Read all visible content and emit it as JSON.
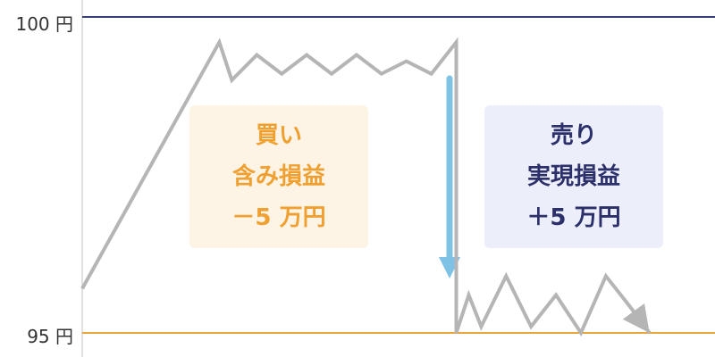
{
  "chart_data": {
    "type": "line",
    "title": "",
    "xlabel": "",
    "ylabel": "",
    "ylim": [
      95,
      100
    ],
    "grid": false,
    "y_ticks": [
      {
        "value": 100,
        "label": "100 円"
      },
      {
        "value": 95,
        "label": "95 円"
      }
    ],
    "reference_lines": [
      {
        "value": 100,
        "color": "#3a3f7a"
      },
      {
        "value": 95,
        "color": "#e8a53a"
      }
    ],
    "series": [
      {
        "color": "#b5b5b5",
        "points": [
          [
            0,
            95.7
          ],
          [
            11,
            99.6
          ],
          [
            12,
            99.0
          ],
          [
            14,
            99.4
          ],
          [
            16,
            99.1
          ],
          [
            18,
            99.4
          ],
          [
            20,
            99.1
          ],
          [
            22,
            99.4
          ],
          [
            24,
            99.1
          ],
          [
            26,
            99.3
          ],
          [
            28,
            99.1
          ],
          [
            30,
            99.6
          ],
          [
            30,
            95.0
          ],
          [
            31,
            95.6
          ],
          [
            32,
            95.1
          ],
          [
            34,
            95.9
          ],
          [
            36,
            95.1
          ],
          [
            38,
            95.6
          ],
          [
            40,
            95.0
          ],
          [
            42,
            95.9
          ],
          [
            44,
            95.4
          ],
          [
            45.5,
            95.0
          ]
        ]
      }
    ],
    "annotations": [
      {
        "type": "box",
        "lines": [
          "買い",
          "含み損益",
          "－5 万円"
        ],
        "text_color": "#f0a030",
        "fill": "#fdf4e6"
      },
      {
        "type": "box",
        "lines": [
          "売り",
          "実現損益",
          "＋5 万円"
        ],
        "text_color": "#2b2f6a",
        "fill": "#eceffa"
      },
      {
        "type": "arrow",
        "direction": "down",
        "color": "#7ec3e6"
      }
    ]
  }
}
